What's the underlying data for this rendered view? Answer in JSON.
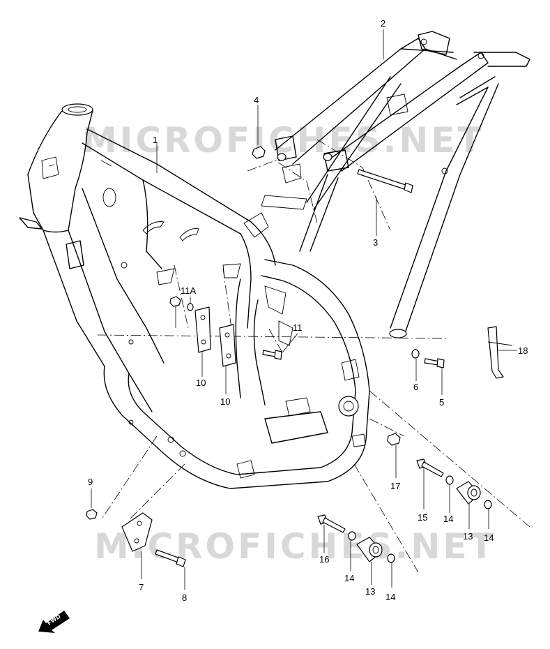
{
  "watermark": {
    "text": "MICROFICHES.NET"
  },
  "fwd_label": "FWD",
  "callouts": [
    {
      "id": "c1",
      "label": "1"
    },
    {
      "id": "c2",
      "label": "2"
    },
    {
      "id": "c3",
      "label": "3"
    },
    {
      "id": "c4",
      "label": "4"
    },
    {
      "id": "c5",
      "label": "5"
    },
    {
      "id": "c6",
      "label": "6"
    },
    {
      "id": "c7",
      "label": "7"
    },
    {
      "id": "c8",
      "label": "8"
    },
    {
      "id": "c9",
      "label": "9"
    },
    {
      "id": "c10a",
      "label": "10"
    },
    {
      "id": "c10b",
      "label": "10"
    },
    {
      "id": "c11",
      "label": "11"
    },
    {
      "id": "c11a",
      "label": "11A"
    },
    {
      "id": "c13a",
      "label": "13"
    },
    {
      "id": "c13b",
      "label": "13"
    },
    {
      "id": "c14a",
      "label": "14"
    },
    {
      "id": "c14b",
      "label": "14"
    },
    {
      "id": "c14c",
      "label": "14"
    },
    {
      "id": "c14d",
      "label": "14"
    },
    {
      "id": "c15",
      "label": "15"
    },
    {
      "id": "c16",
      "label": "16"
    },
    {
      "id": "c17",
      "label": "17"
    },
    {
      "id": "c18",
      "label": "18"
    }
  ]
}
